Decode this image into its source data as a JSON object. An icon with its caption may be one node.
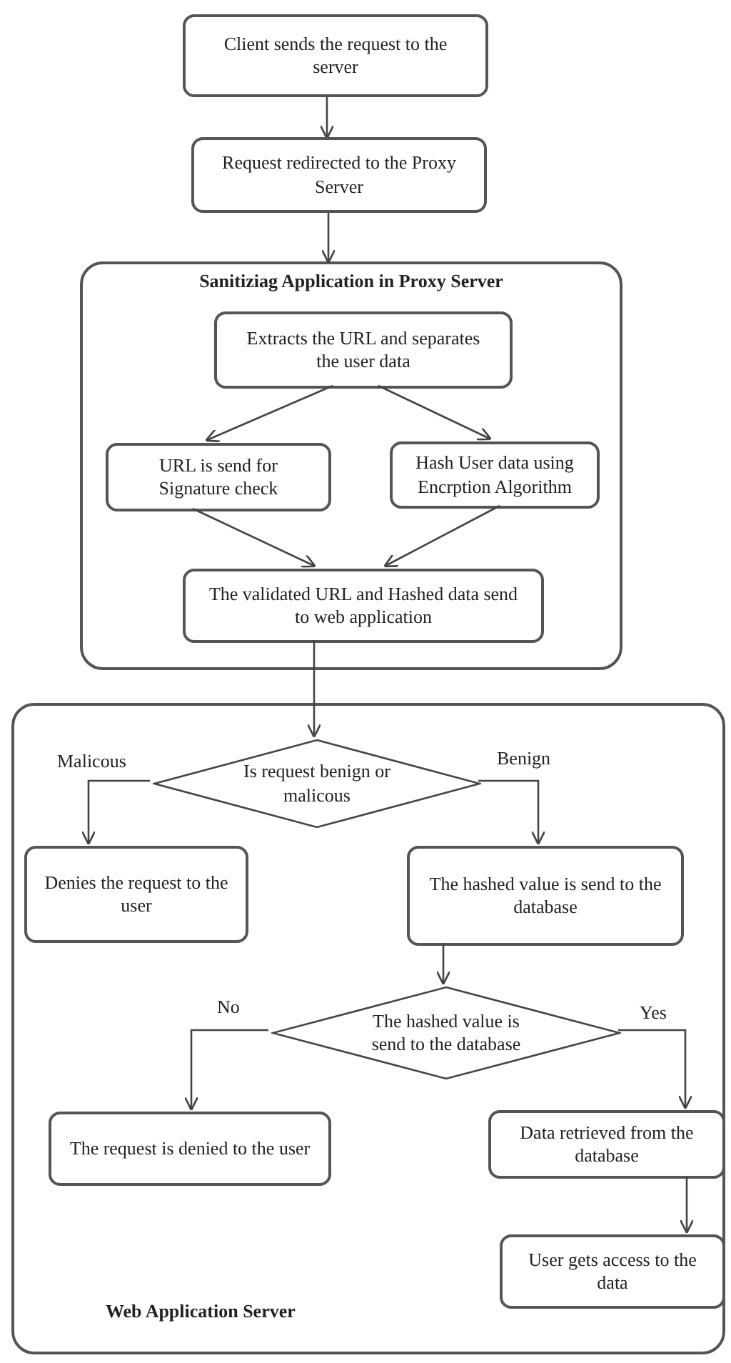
{
  "diagram": {
    "nodes": [
      {
        "text": [
          "Client sends the request to the server"
        ]
      },
      {
        "text": [
          "Request redirected to the Proxy Server"
        ]
      },
      {
        "text": [
          "Sanitiziag Application in Proxy Server"
        ]
      },
      {
        "text": [
          "Extracts the URL and separates the user data"
        ],
        "in": 2
      },
      {
        "text": [
          "URL is send for Signature check"
        ],
        "in": 2
      },
      {
        "text": [
          "Hash User data using Encrption Algorithm"
        ],
        "in": 2
      },
      {
        "text": [
          "The validated URL and Hashed data send to web application"
        ],
        "in": 2
      },
      {
        "text": [
          "Web Application Server"
        ]
      },
      {
        "text": [
          "Is request benign or malicous"
        ],
        "in": 7
      },
      {
        "text": [
          "Denies the request to the user"
        ],
        "in": 7
      },
      {
        "text": [
          "The hashed value is send to the database"
        ],
        "in": 7
      },
      {
        "text": [
          "The hashed value is send to the database"
        ],
        "in": 7
      },
      {
        "text": [
          "The request is denied to the user"
        ],
        "in": 7
      },
      {
        "text": [
          "Data retrieved from the database"
        ],
        "in": 7
      },
      {
        "text": [
          "User gets access to the data"
        ],
        "in": 7
      }
    ],
    "edges": [
      {
        "from": 0,
        "to": 1,
        "arrow": "to"
      },
      {
        "from": 1,
        "to": 2,
        "arrow": "to"
      },
      {
        "from": 3,
        "to": 4,
        "arrow": "to"
      },
      {
        "from": 3,
        "to": 5,
        "arrow": "to"
      },
      {
        "from": 4,
        "to": 6,
        "arrow": "to"
      },
      {
        "from": 5,
        "to": 6,
        "arrow": "to"
      },
      {
        "from": 6,
        "to": 8,
        "arrow": "to"
      },
      {
        "from": 8,
        "to": 9,
        "label": "Malicous",
        "arrow": "to"
      },
      {
        "from": 8,
        "to": 10,
        "label": "Benign",
        "arrow": "to"
      },
      {
        "from": 10,
        "to": 11,
        "arrow": "to"
      },
      {
        "from": 11,
        "to": 12,
        "label": "No",
        "arrow": "to"
      },
      {
        "from": 11,
        "to": 13,
        "label": "Yes",
        "arrow": "to"
      },
      {
        "from": 13,
        "to": 14,
        "arrow": "to"
      }
    ]
  }
}
